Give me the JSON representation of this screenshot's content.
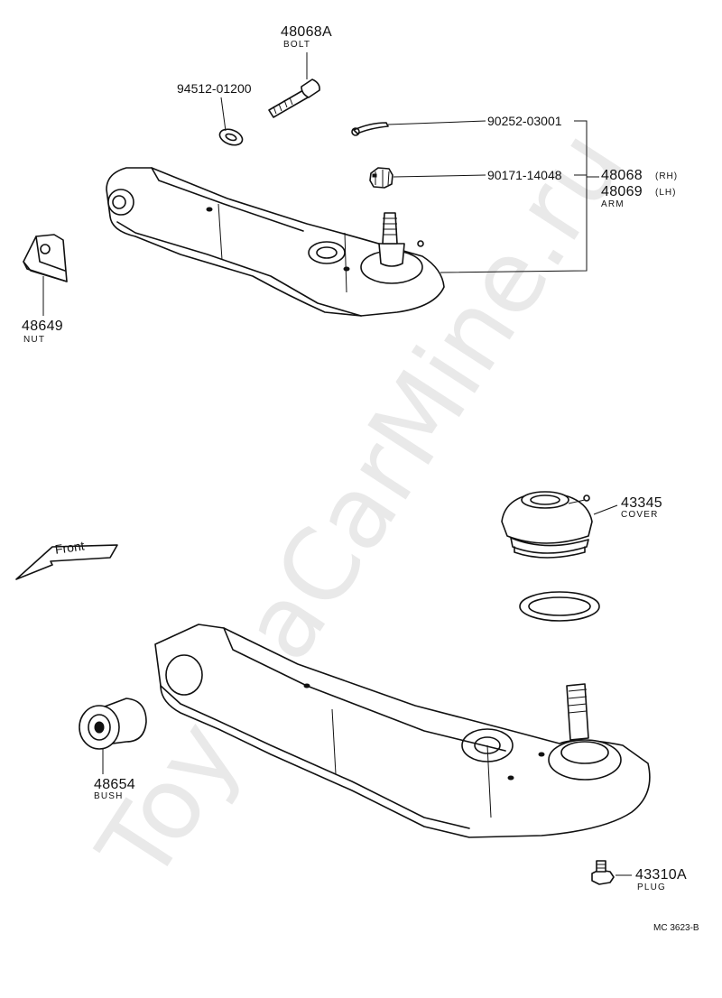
{
  "watermark": "ToyotaCarMine.ru",
  "direction": {
    "label": "Front"
  },
  "parts": {
    "bolt": {
      "number": "48068A",
      "description": "BOLT"
    },
    "washer": {
      "number": "94512-01200"
    },
    "cotter_pin": {
      "number": "90252-03001"
    },
    "castle_nut": {
      "number": "90171-14048"
    },
    "arm": {
      "number_rh": "48068",
      "side_rh": "(RH)",
      "number_lh": "48069",
      "side_lh": "(LH)",
      "description": "ARM"
    },
    "nut": {
      "number": "48649",
      "description": "NUT"
    },
    "cover": {
      "number": "43345",
      "description": "COVER"
    },
    "bush": {
      "number": "48654",
      "description": "BUSH"
    },
    "plug": {
      "number": "43310A",
      "description": "PLUG"
    }
  },
  "diagram_code": "MC 3623-B"
}
